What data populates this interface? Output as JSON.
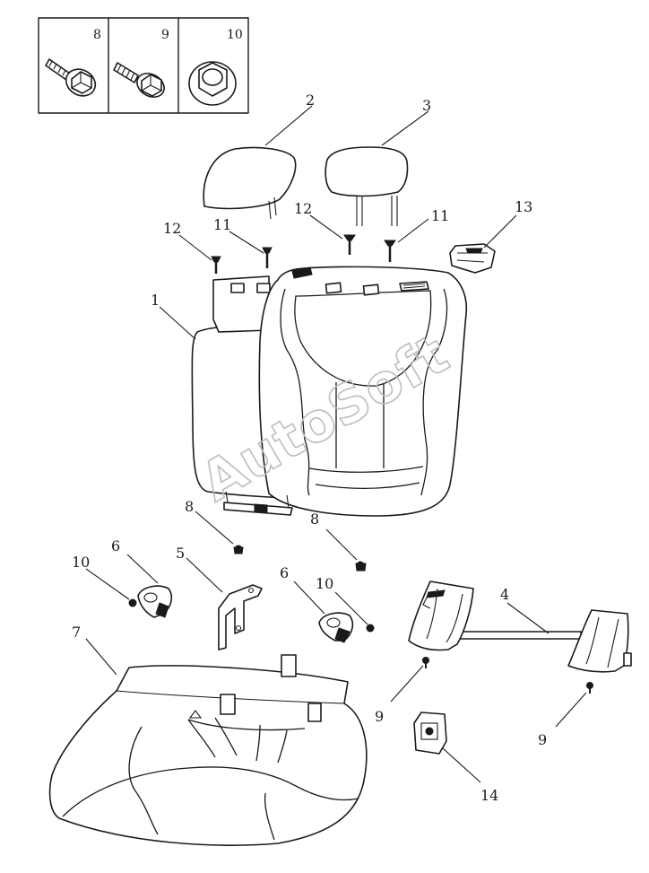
{
  "watermark": "AutoSoft",
  "legend": [
    "8",
    "9",
    "10"
  ],
  "callouts": {
    "c1": "1",
    "c2": "2",
    "c3": "3",
    "c4": "4",
    "c5": "5",
    "c6a": "6",
    "c6b": "6",
    "c7": "7",
    "c8a": "8",
    "c8b": "8",
    "c9a": "9",
    "c9b": "9",
    "c10a": "10",
    "c10b": "10",
    "c11a": "11",
    "c11b": "11",
    "c12a": "12",
    "c12b": "12",
    "c13": "13",
    "c14": "14"
  }
}
